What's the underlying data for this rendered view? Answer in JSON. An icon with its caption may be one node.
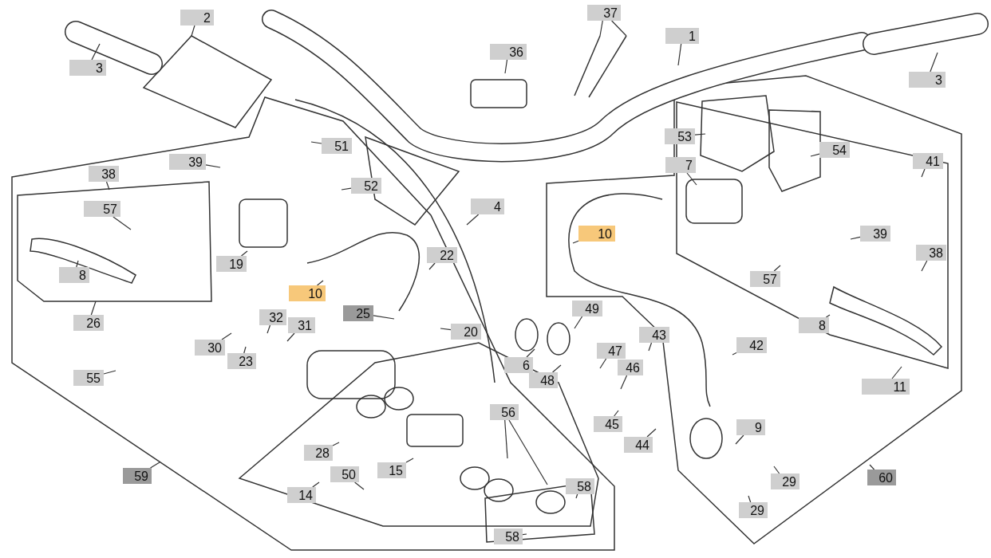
{
  "diagram": {
    "nodes": [
      {
        "text": [
          "3"
        ]
      },
      {
        "text": [
          "2"
        ]
      },
      {
        "text": [
          "37"
        ]
      },
      {
        "text": [
          "1"
        ]
      },
      {
        "text": [
          "36"
        ]
      },
      {
        "text": [
          "3"
        ]
      },
      {
        "text": [
          "51"
        ]
      },
      {
        "text": [
          "39"
        ]
      },
      {
        "text": [
          "38"
        ]
      },
      {
        "text": [
          "52"
        ]
      },
      {
        "text": [
          "53"
        ]
      },
      {
        "text": [
          "7"
        ]
      },
      {
        "text": [
          "54"
        ]
      },
      {
        "text": [
          "41"
        ]
      },
      {
        "text": [
          "4"
        ]
      },
      {
        "text": [
          "10"
        ]
      },
      {
        "text": [
          "39"
        ]
      },
      {
        "text": [
          "22"
        ]
      },
      {
        "text": [
          "19"
        ]
      },
      {
        "text": [
          "10"
        ]
      },
      {
        "text": [
          "8"
        ]
      },
      {
        "text": [
          "57"
        ]
      },
      {
        "text": [
          "57"
        ]
      },
      {
        "text": [
          "38"
        ]
      },
      {
        "text": [
          "26"
        ]
      },
      {
        "text": [
          "32"
        ]
      },
      {
        "text": [
          "31"
        ]
      },
      {
        "text": [
          "25"
        ]
      },
      {
        "text": [
          "30"
        ]
      },
      {
        "text": [
          "20"
        ]
      },
      {
        "text": [
          "49"
        ]
      },
      {
        "text": [
          "43"
        ]
      },
      {
        "text": [
          "42"
        ]
      },
      {
        "text": [
          "8"
        ]
      },
      {
        "text": [
          "47"
        ]
      },
      {
        "text": [
          "46"
        ]
      },
      {
        "text": [
          "6"
        ]
      },
      {
        "text": [
          "48"
        ]
      },
      {
        "text": [
          "55"
        ]
      },
      {
        "text": [
          "23"
        ]
      },
      {
        "text": [
          "11"
        ]
      },
      {
        "text": [
          "56"
        ]
      },
      {
        "text": [
          "45"
        ]
      },
      {
        "text": [
          "9"
        ]
      },
      {
        "text": [
          "44"
        ]
      },
      {
        "text": [
          "28"
        ]
      },
      {
        "text": [
          "15"
        ]
      },
      {
        "text": [
          "50"
        ]
      },
      {
        "text": [
          "59"
        ]
      },
      {
        "text": [
          "14"
        ]
      },
      {
        "text": [
          "29"
        ]
      },
      {
        "text": [
          "60"
        ]
      },
      {
        "text": [
          "58"
        ]
      },
      {
        "text": [
          "29"
        ]
      },
      {
        "text": [
          "58"
        ]
      }
    ],
    "edges": [
      {
        "from": 0,
        "to": null,
        "arrow": "none"
      },
      {
        "from": 1,
        "to": null,
        "arrow": "none"
      },
      {
        "from": 2,
        "to": null,
        "arrow": "none"
      },
      {
        "from": 2,
        "to": null,
        "arrow": "none"
      },
      {
        "from": 3,
        "to": null,
        "arrow": "none"
      },
      {
        "from": 4,
        "to": null,
        "arrow": "none"
      },
      {
        "from": 5,
        "to": null,
        "arrow": "none"
      },
      {
        "from": 6,
        "to": null,
        "arrow": "none"
      },
      {
        "from": 7,
        "to": null,
        "arrow": "none"
      },
      {
        "from": 8,
        "to": null,
        "arrow": "none"
      },
      {
        "from": 9,
        "to": null,
        "arrow": "none"
      },
      {
        "from": 10,
        "to": null,
        "arrow": "none"
      },
      {
        "from": 11,
        "to": null,
        "arrow": "none"
      },
      {
        "from": 12,
        "to": null,
        "arrow": "none"
      },
      {
        "from": 13,
        "to": null,
        "arrow": "none"
      },
      {
        "from": 14,
        "to": null,
        "arrow": "none"
      },
      {
        "from": 15,
        "to": null,
        "arrow": "none"
      },
      {
        "from": 16,
        "to": null,
        "arrow": "none"
      },
      {
        "from": 17,
        "to": null,
        "arrow": "none"
      },
      {
        "from": 18,
        "to": null,
        "arrow": "none"
      },
      {
        "from": 19,
        "to": null,
        "arrow": "none"
      },
      {
        "from": 20,
        "to": null,
        "arrow": "none"
      },
      {
        "from": 21,
        "to": null,
        "arrow": "none"
      },
      {
        "from": 22,
        "to": null,
        "arrow": "none"
      },
      {
        "from": 23,
        "to": null,
        "arrow": "none"
      },
      {
        "from": 24,
        "to": null,
        "arrow": "none"
      },
      {
        "from": 25,
        "to": null,
        "arrow": "none"
      },
      {
        "from": 26,
        "to": null,
        "arrow": "none"
      },
      {
        "from": 27,
        "to": null,
        "arrow": "none"
      },
      {
        "from": 28,
        "to": null,
        "arrow": "none"
      },
      {
        "from": 29,
        "to": null,
        "arrow": "none"
      },
      {
        "from": 30,
        "to": null,
        "arrow": "none"
      },
      {
        "from": 31,
        "to": null,
        "arrow": "none"
      },
      {
        "from": 32,
        "to": null,
        "arrow": "none"
      },
      {
        "from": 33,
        "to": null,
        "arrow": "none"
      },
      {
        "from": 34,
        "to": null,
        "arrow": "none"
      },
      {
        "from": 35,
        "to": null,
        "arrow": "none"
      },
      {
        "from": 36,
        "to": null,
        "arrow": "none"
      },
      {
        "from": 37,
        "to": null,
        "arrow": "none"
      },
      {
        "from": 38,
        "to": null,
        "arrow": "none"
      },
      {
        "from": 39,
        "to": null,
        "arrow": "none"
      },
      {
        "from": 40,
        "to": null,
        "arrow": "none"
      },
      {
        "from": 41,
        "to": null,
        "arrow": "none"
      },
      {
        "from": 41,
        "to": null,
        "arrow": "none"
      },
      {
        "from": 42,
        "to": null,
        "arrow": "none"
      },
      {
        "from": 43,
        "to": null,
        "arrow": "none"
      },
      {
        "from": 44,
        "to": null,
        "arrow": "none"
      },
      {
        "from": 45,
        "to": null,
        "arrow": "none"
      },
      {
        "from": 46,
        "to": null,
        "arrow": "none"
      },
      {
        "from": 47,
        "to": null,
        "arrow": "none"
      },
      {
        "from": 48,
        "to": null,
        "arrow": "none"
      },
      {
        "from": 49,
        "to": null,
        "arrow": "none"
      },
      {
        "from": 50,
        "to": null,
        "arrow": "none"
      },
      {
        "from": 51,
        "to": null,
        "arrow": "none"
      },
      {
        "from": 52,
        "to": null,
        "arrow": "none"
      },
      {
        "from": 53,
        "to": null,
        "arrow": "none"
      },
      {
        "from": 54,
        "to": null,
        "arrow": "none"
      }
    ]
  }
}
